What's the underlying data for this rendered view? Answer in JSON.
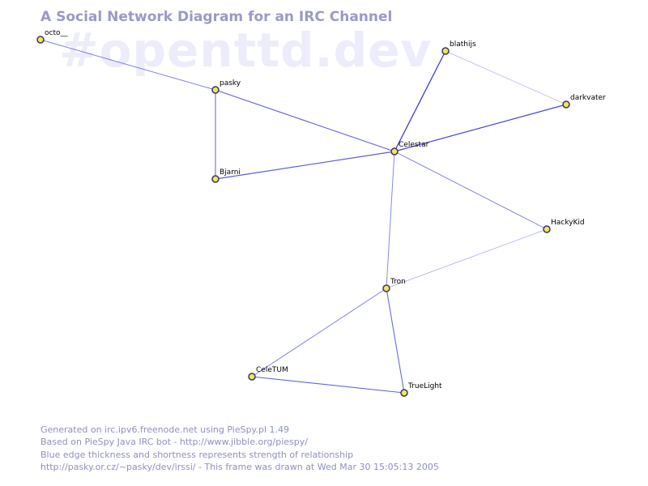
{
  "title": "A Social Network Diagram for an IRC Channel",
  "watermark": "#openttd.dev",
  "footer": [
    "Generated on irc.ipv6.freenode.net using PieSpy.pl 1.49",
    "Based on PieSpy Java IRC bot - http://www.jibble.org/piespy/",
    "Blue edge thickness and shortness represents strength of relationship",
    "http://pasky.or.cz/~pasky/dev/irssi/ - This frame was drawn at Wed Mar 30 15:05:13 2005"
  ],
  "colors": {
    "title": "#9a9ac8",
    "watermark": "#ececfa",
    "node_fill": "#f2e84a",
    "node_stroke": "#34347a",
    "edge": "#3c3ce0"
  },
  "nodes": [
    {
      "id": "octo",
      "label": "octo__"
    },
    {
      "id": "pasky",
      "label": "pasky"
    },
    {
      "id": "bjarni",
      "label": "Bjarni"
    },
    {
      "id": "celestar",
      "label": "Celestar"
    },
    {
      "id": "blathijs",
      "label": "blathijs"
    },
    {
      "id": "darkvater",
      "label": "darkvater"
    },
    {
      "id": "hackykid",
      "label": "HackyKid"
    },
    {
      "id": "tron",
      "label": "Tron"
    },
    {
      "id": "celetum",
      "label": "CeleTUM"
    },
    {
      "id": "truelight",
      "label": "TrueLight"
    }
  ],
  "edges": [
    {
      "from": "octo",
      "to": "pasky",
      "strength": 0.55
    },
    {
      "from": "pasky",
      "to": "celestar",
      "strength": 0.75
    },
    {
      "from": "pasky",
      "to": "bjarni",
      "strength": 0.7
    },
    {
      "from": "bjarni",
      "to": "celestar",
      "strength": 0.8
    },
    {
      "from": "celestar",
      "to": "blathijs",
      "strength": 1.0
    },
    {
      "from": "celestar",
      "to": "darkvater",
      "strength": 0.95
    },
    {
      "from": "blathijs",
      "to": "darkvater",
      "strength": 0.2
    },
    {
      "from": "celestar",
      "to": "hackykid",
      "strength": 0.55
    },
    {
      "from": "celestar",
      "to": "tron",
      "strength": 0.5
    },
    {
      "from": "hackykid",
      "to": "tron",
      "strength": 0.25
    },
    {
      "from": "tron",
      "to": "celetum",
      "strength": 0.55
    },
    {
      "from": "tron",
      "to": "truelight",
      "strength": 0.7
    },
    {
      "from": "celetum",
      "to": "truelight",
      "strength": 0.75
    }
  ]
}
